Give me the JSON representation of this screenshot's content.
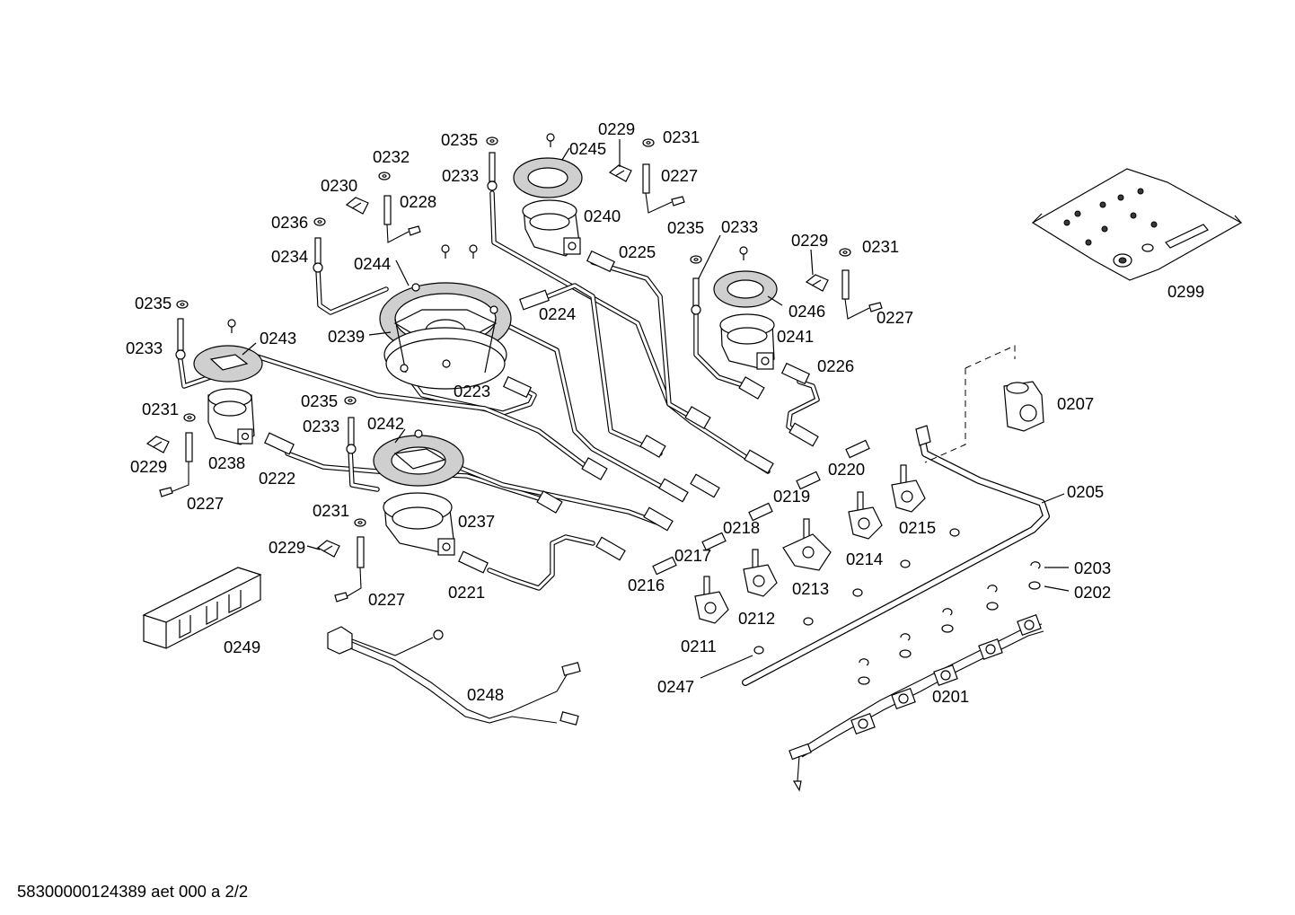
{
  "labels": {
    "l0201": "0201",
    "l0202": "0202",
    "l0203": "0203",
    "l0205": "0205",
    "l0207": "0207",
    "l0211": "0211",
    "l0212": "0212",
    "l0213": "0213",
    "l0214": "0214",
    "l0215": "0215",
    "l0216": "0216",
    "l0217": "0217",
    "l0218": "0218",
    "l0219": "0219",
    "l0220": "0220",
    "l0221": "0221",
    "l0222": "0222",
    "l0223": "0223",
    "l0224": "0224",
    "l0225": "0225",
    "l0226": "0226",
    "l0227a": "0227",
    "l0227b": "0227",
    "l0227c": "0227",
    "l0227d": "0227",
    "l0228": "0228",
    "l0229a": "0229",
    "l0229b": "0229",
    "l0229c": "0229",
    "l0229d": "0229",
    "l0230": "0230",
    "l0231a": "0231",
    "l0231b": "0231",
    "l0231c": "0231",
    "l0231d": "0231",
    "l0232": "0232",
    "l0233a": "0233",
    "l0233b": "0233",
    "l0233c": "0233",
    "l0233d": "0233",
    "l0234": "0234",
    "l0235a": "0235",
    "l0235b": "0235",
    "l0235c": "0235",
    "l0235d": "0235",
    "l0236": "0236",
    "l0237": "0237",
    "l0238": "0238",
    "l0239": "0239",
    "l0240": "0240",
    "l0241": "0241",
    "l0242": "0242",
    "l0243": "0243",
    "l0244": "0244",
    "l0245": "0245",
    "l0246": "0246",
    "l0247": "0247",
    "l0248": "0248",
    "l0249": "0249",
    "l0299": "0299"
  },
  "footer": "58300000124389 aet 000 a 2/2"
}
